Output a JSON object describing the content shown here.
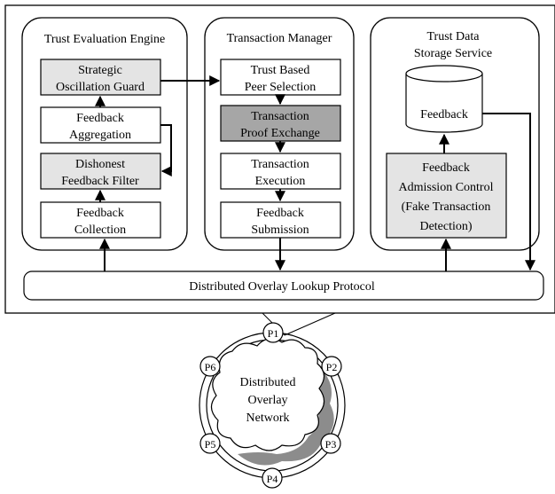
{
  "panels": {
    "trust_engine": {
      "title": "Trust Evaluation Engine"
    },
    "transaction_manager": {
      "title": "Transaction Manager"
    },
    "storage_service": {
      "title_line1": "Trust Data",
      "title_line2": "Storage Service"
    }
  },
  "boxes": {
    "strategic": {
      "line1": "Strategic",
      "line2": "Oscillation Guard"
    },
    "aggregation": {
      "line1": "Feedback",
      "line2": "Aggregation"
    },
    "dishonest": {
      "line1": "Dishonest",
      "line2": "Feedback Filter"
    },
    "collection": {
      "line1": "Feedback",
      "line2": "Collection"
    },
    "peer_selection": {
      "line1": "Trust Based",
      "line2": "Peer Selection"
    },
    "proof_exchange": {
      "line1": "Transaction",
      "line2": "Proof Exchange"
    },
    "execution": {
      "line1": "Transaction",
      "line2": "Execution"
    },
    "submission": {
      "line1": "Feedback",
      "line2": "Submission"
    },
    "feedback_db": {
      "label": "Feedback"
    },
    "admission": {
      "line1": "Feedback",
      "line2": "Admission Control",
      "line3": "(Fake Transaction",
      "line4": "Detection)"
    }
  },
  "protocol_bar": {
    "label": "Distributed Overlay Lookup Protocol"
  },
  "network": {
    "cloud_line1": "Distributed",
    "cloud_line2": "Overlay",
    "cloud_line3": "Network",
    "peers": [
      "P1",
      "P2",
      "P3",
      "P4",
      "P5",
      "P6"
    ]
  },
  "colors": {
    "light_fill": "#e4e4e4",
    "dark_fill": "#a6a6a6",
    "cloud_shadow": "#8c8c8c",
    "stroke": "#000000"
  }
}
